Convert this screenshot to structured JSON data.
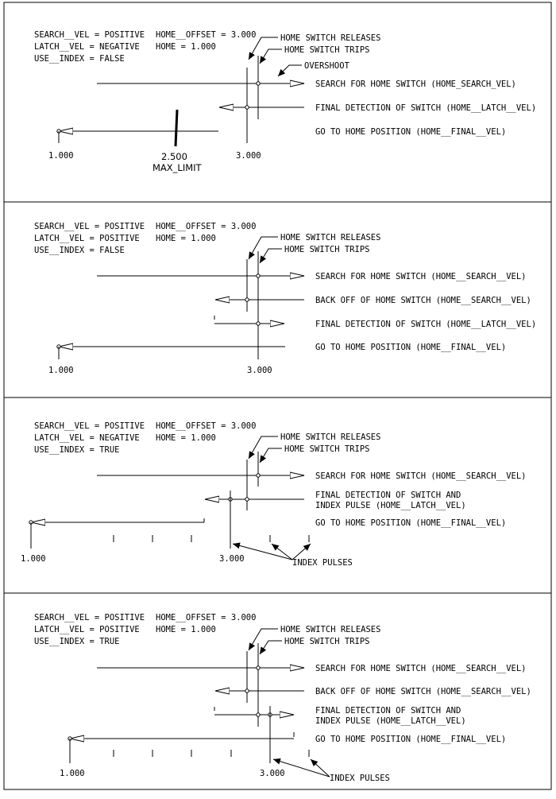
{
  "panels": [
    {
      "params": [
        "SEARCH__VEL = POSITIVE",
        "LATCH__VEL = NEGATIVE",
        "USE__INDEX = FALSE"
      ],
      "params2": [
        "HOME__OFFSET = 3.000",
        "HOME = 1.000"
      ],
      "callouts": [
        "HOME SWITCH RELEASES",
        "HOME SWITCH TRIPS",
        "OVERSHOOT"
      ],
      "moves": [
        "SEARCH FOR HOME SWITCH (HOME_SEARCH_VEL)",
        "FINAL DETECTION OF SWITCH (HOME__LATCH__VEL)",
        "GO TO HOME POSITION (HOME__FINAL__VEL)"
      ],
      "ticks": [
        "1.000",
        "3.000"
      ],
      "limit_value": "2.500",
      "limit_label": "MAX_LIMIT"
    },
    {
      "params": [
        "SEARCH__VEL = POSITIVE",
        "LATCH__VEL = POSITIVE",
        "USE__INDEX = FALSE"
      ],
      "params2": [
        "HOME__OFFSET = 3.000",
        "HOME = 1.000"
      ],
      "callouts": [
        "HOME SWITCH RELEASES",
        "HOME SWITCH TRIPS"
      ],
      "moves": [
        "SEARCH FOR HOME SWITCH (HOME__SEARCH__VEL)",
        "BACK OFF OF HOME SWITCH (HOME__SEARCH__VEL)",
        "FINAL DETECTION OF SWITCH (HOME__LATCH__VEL)",
        "GO TO HOME POSITION (HOME__FINAL__VEL)"
      ],
      "ticks": [
        "1.000",
        "3.000"
      ]
    },
    {
      "params": [
        "SEARCH__VEL = POSITIVE",
        "LATCH__VEL = NEGATIVE",
        "USE__INDEX = TRUE"
      ],
      "params2": [
        "HOME__OFFSET = 3.000",
        "HOME = 1.000"
      ],
      "callouts": [
        "HOME SWITCH RELEASES",
        "HOME SWITCH TRIPS",
        "INDEX PULSES"
      ],
      "moves": [
        "SEARCH FOR HOME SWITCH (HOME__SEARCH__VEL)",
        "FINAL DETECTION OF SWITCH AND",
        "INDEX PULSE (HOME__LATCH__VEL)",
        "GO TO HOME POSITION (HOME__FINAL__VEL)"
      ],
      "ticks": [
        "1.000",
        "3.000"
      ]
    },
    {
      "params": [
        "SEARCH__VEL = POSITIVE",
        "LATCH__VEL = POSITIVE",
        "USE__INDEX = TRUE"
      ],
      "params2": [
        "HOME__OFFSET = 3.000",
        "HOME = 1.000"
      ],
      "callouts": [
        "HOME SWITCH RELEASES",
        "HOME SWITCH TRIPS",
        "INDEX PULSES"
      ],
      "moves": [
        "SEARCH FOR HOME SWITCH (HOME__SEARCH__VEL)",
        "BACK OFF OF HOME SWITCH (HOME__SEARCH__VEL)",
        "FINAL DETECTION OF SWITCH AND",
        "INDEX PULSE (HOME__LATCH__VEL)",
        "GO TO HOME POSITION (HOME__FINAL__VEL)"
      ],
      "ticks": [
        "1.000",
        "3.000"
      ]
    }
  ]
}
